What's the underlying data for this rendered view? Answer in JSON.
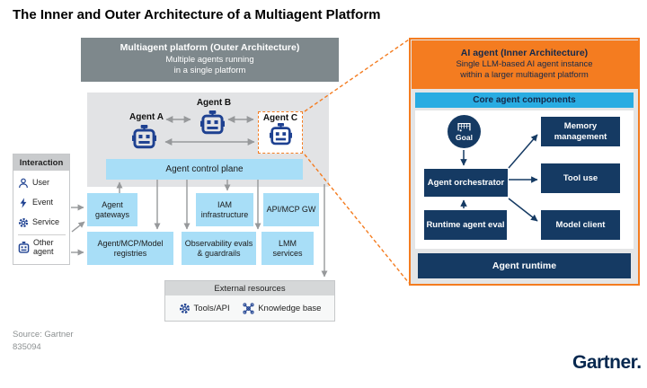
{
  "title": "The Inner and Outer Architecture of a Multiagent Platform",
  "colors": {
    "accent_orange": "#F47C20",
    "navy_box": "#153A63",
    "icon_blue": "#1E4191",
    "light_blue": "#A8DEF7",
    "cyan_bar": "#29ACE2",
    "header_gray": "#7E888C",
    "inner_gray": "#E2E3E5",
    "arrow_gray": "#97999B",
    "logo_navy": "#07284F"
  },
  "outer_platform": {
    "header_title": "Multiagent platform (Outer Architecture)",
    "header_sub1": "Multiple agents running",
    "header_sub2": "in a single platform",
    "agent_a": "Agent A",
    "agent_b": "Agent B",
    "agent_c": "Agent C",
    "control_plane": "Agent control plane",
    "services": {
      "gateways": "Agent gateways",
      "iam": "IAM infrastructure",
      "api_gw": "API/MCP GW",
      "registries": "Agent/MCP/Model registries",
      "observability": "Observability evals & guardrails",
      "lmm": "LMM services"
    }
  },
  "interaction": {
    "header": "Interaction",
    "items": [
      {
        "label": "User",
        "icon": "user-icon"
      },
      {
        "label": "Event",
        "icon": "lightning-icon"
      },
      {
        "label": "Service",
        "icon": "gear-icon"
      },
      {
        "label": "Other agent",
        "icon": "robot-icon"
      }
    ]
  },
  "external_resources": {
    "header": "External resources",
    "items": [
      {
        "label": "Tools/API",
        "icon": "gear-icon"
      },
      {
        "label": "Knowledge base",
        "icon": "knowledge-graph-icon"
      }
    ]
  },
  "inner_agent": {
    "header_title": "AI agent (Inner Architecture)",
    "header_sub1": "Single LLM-based AI agent instance",
    "header_sub2": "within a larger multiagent platform",
    "core_header": "Core agent components",
    "goal": "Goal",
    "memory": "Memory management",
    "tool_use": "Tool use",
    "model_client": "Model client",
    "orchestrator": "Agent orchestrator",
    "runtime_eval": "Runtime agent eval",
    "runtime_bar": "Agent runtime"
  },
  "footer": {
    "source_line1": "Source: Gartner",
    "source_line2": "835094",
    "logo_text": "Gartner."
  }
}
